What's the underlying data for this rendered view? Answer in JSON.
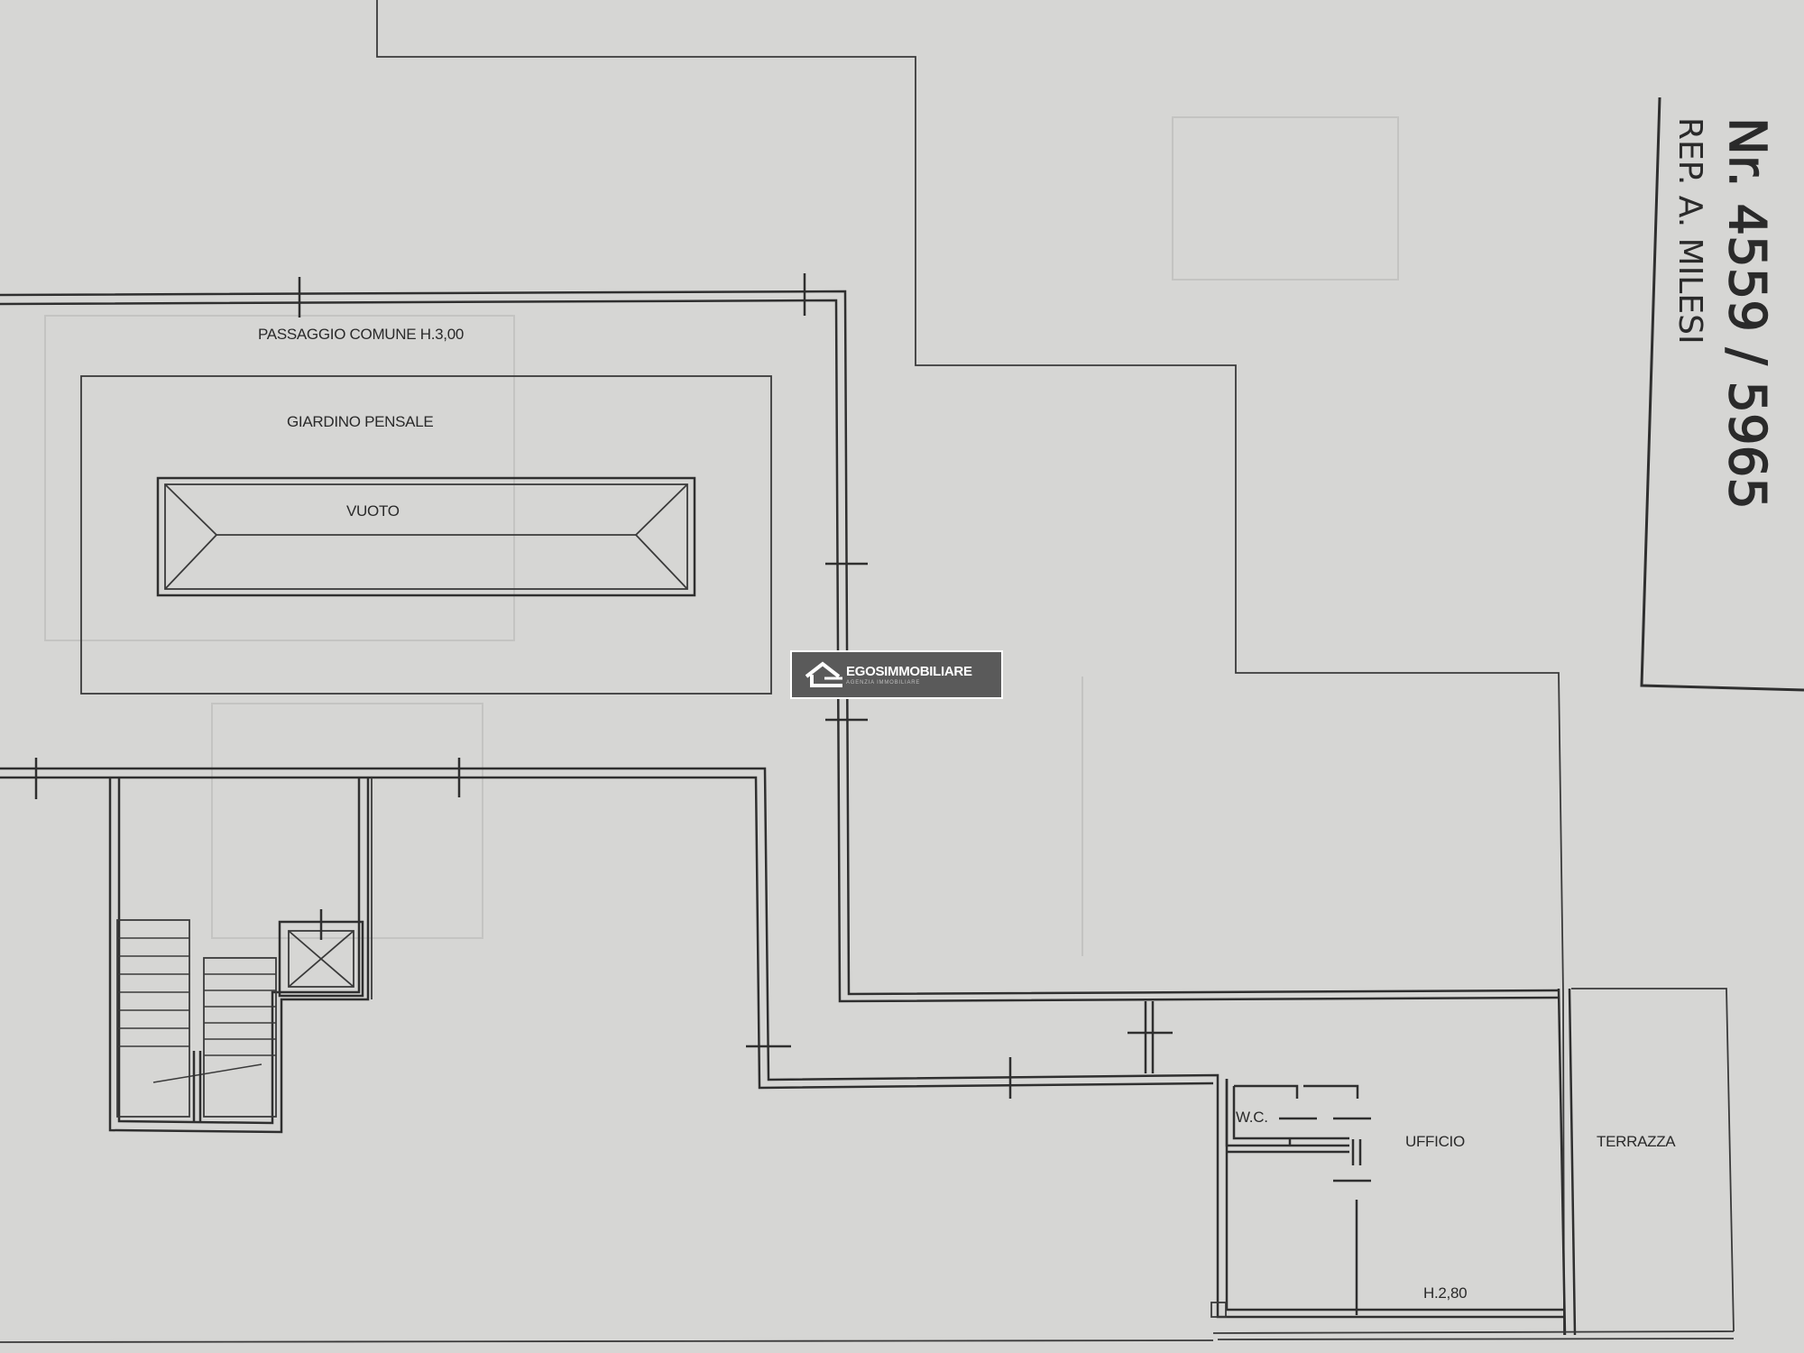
{
  "plan": {
    "labels": {
      "passaggio": "PASSAGGIO COMUNE H.3,00",
      "giardino": "GIARDINO PENSALE",
      "vuoto": "VUOTO",
      "wc": "W.C.",
      "ufficio": "UFFICIO",
      "terrazza": "TERRAZZA",
      "height_ufficio": "H.2,80"
    },
    "stamp": {
      "line_number": "Nr. 4559 / 5965",
      "line_rep": "REP. A. MILESI"
    }
  },
  "watermark": {
    "name": "EGOSIMMOBILIARE",
    "tagline": "AGENZIA IMMOBILIARE"
  },
  "colors": {
    "paper": "#d6d6d4",
    "ink": "#2f2f2f",
    "logo_bg": "#5a5a5a"
  }
}
